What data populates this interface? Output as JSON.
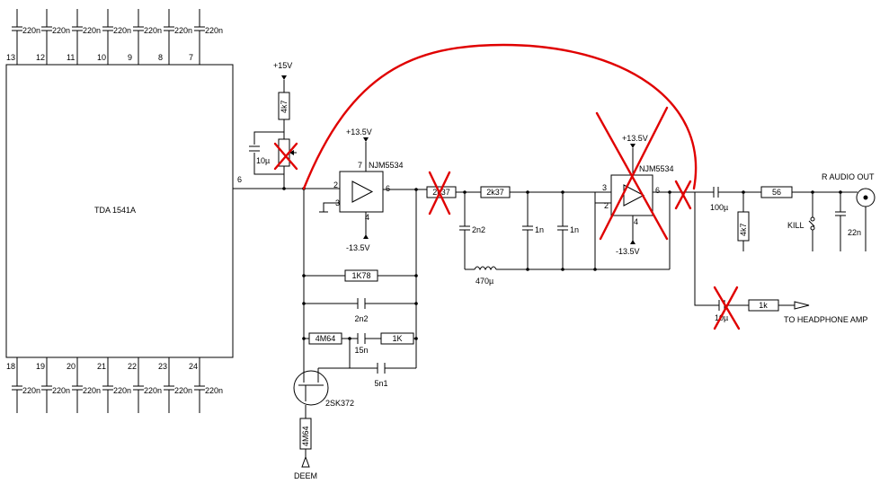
{
  "ic": {
    "name": "TDA 1541A",
    "pins_top": [
      "13",
      "12",
      "11",
      "10",
      "9",
      "8",
      "7"
    ],
    "pins_bottom": [
      "18",
      "19",
      "20",
      "21",
      "22",
      "23",
      "24"
    ],
    "pin_out": "6"
  },
  "decoupling_caps": {
    "value": "220n"
  },
  "supply": {
    "pos15": "+15V",
    "pos13": "+13.5V",
    "neg13": "-13.5V"
  },
  "opamp1": {
    "name": "NJM5534",
    "pins": {
      "in_p": "2",
      "in_n": "3",
      "out": "6",
      "vp": "7",
      "vn": "4"
    }
  },
  "opamp2": {
    "name": "NJM5534",
    "pins": {
      "in_p": "3",
      "in_n": "2",
      "out": "6",
      "vn": "4"
    }
  },
  "parts": {
    "r_4k7_top": "4k7",
    "c_10u_in": "10µ",
    "r_1k78": "1K78",
    "c_2n2_fb": "2n2",
    "r_4m64_fb": "4M64",
    "c_15n": "15n",
    "r_1k_fb": "1K",
    "c_5n1": "5n1",
    "jfet": "2SK372",
    "r_4m64_gate": "4M64",
    "deem": "DEEM",
    "r_2k37_a": "2k37",
    "r_2k37_b": "2k37",
    "c_2n2_filt": "2n2",
    "c_1n_a": "1n",
    "c_1n_b": "1n",
    "l_470u": "470µ",
    "c_100u": "100µ",
    "r_4k7_out": "4k7",
    "r_56": "56",
    "kill": "KILL",
    "c_22n": "22n",
    "c_10u_hp": "10µ",
    "r_1k_hp": "1k"
  },
  "labels": {
    "r_audio_out": "R AUDIO OUT",
    "to_headphone": "TO HEADPHONE AMP"
  },
  "colors": {
    "wire": "#000000",
    "markup": "#e00000"
  }
}
